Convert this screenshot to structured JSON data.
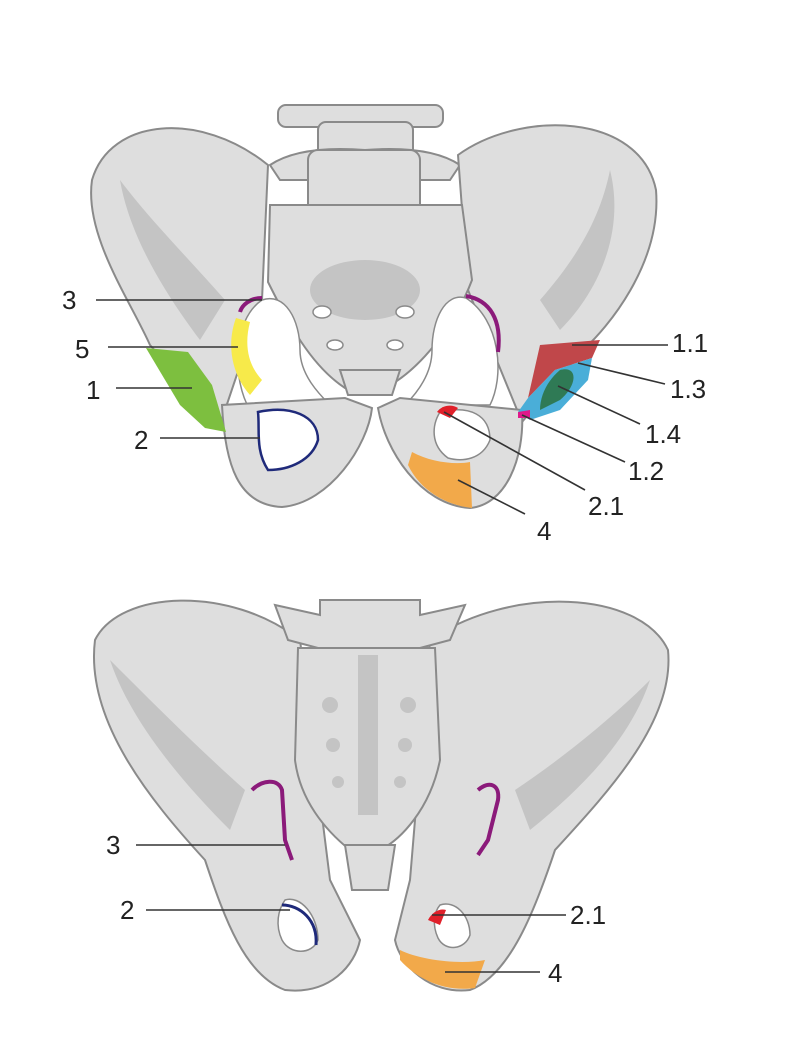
{
  "top_view": {
    "labels": {
      "l3": "3",
      "l5": "5",
      "l1": "1",
      "l2": "2",
      "l11": "1.1",
      "l13": "1.3",
      "l14": "1.4",
      "l12": "1.2",
      "l21": "2.1",
      "l4": "4"
    }
  },
  "bottom_view": {
    "labels": {
      "l3": "3",
      "l2": "2",
      "l21": "2.1",
      "l4": "4"
    }
  },
  "colors": {
    "bone": "#dedede",
    "region_1": "#7dbf3f",
    "region_5": "#f7ea4a",
    "region_3": "#8b1a7a",
    "region_2": "#1f2a7a",
    "region_1_1": "#c0474a",
    "region_1_3": "#4aaed8",
    "region_1_4": "#2f7a55",
    "region_1_2": "#e0198a",
    "region_2_1": "#e0202a",
    "region_4": "#f2a94a"
  }
}
